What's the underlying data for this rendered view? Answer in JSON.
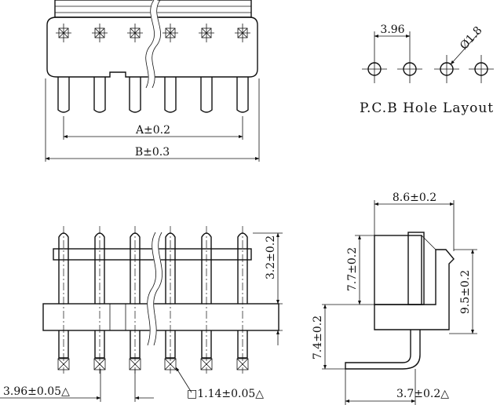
{
  "pcb_layout": {
    "title": "P.C.B Hole Layout",
    "pitch_label": "3.96",
    "hole_label": "Ø1.8"
  },
  "top_view": {
    "dim_a": "A±0.2",
    "dim_b": "B±0.3"
  },
  "front_view": {
    "dim_pin_height": "3.2±0.2",
    "dim_pitch": "3.96±0.05△",
    "dim_pin_square": "□1.14±0.05△"
  },
  "side_view": {
    "dim_width": "8.6±0.2",
    "dim_upper": "7.7±0.2",
    "dim_height": "9.5±0.2",
    "dim_lower": "7.4±0.2",
    "dim_bend": "3.7±0.2△"
  }
}
